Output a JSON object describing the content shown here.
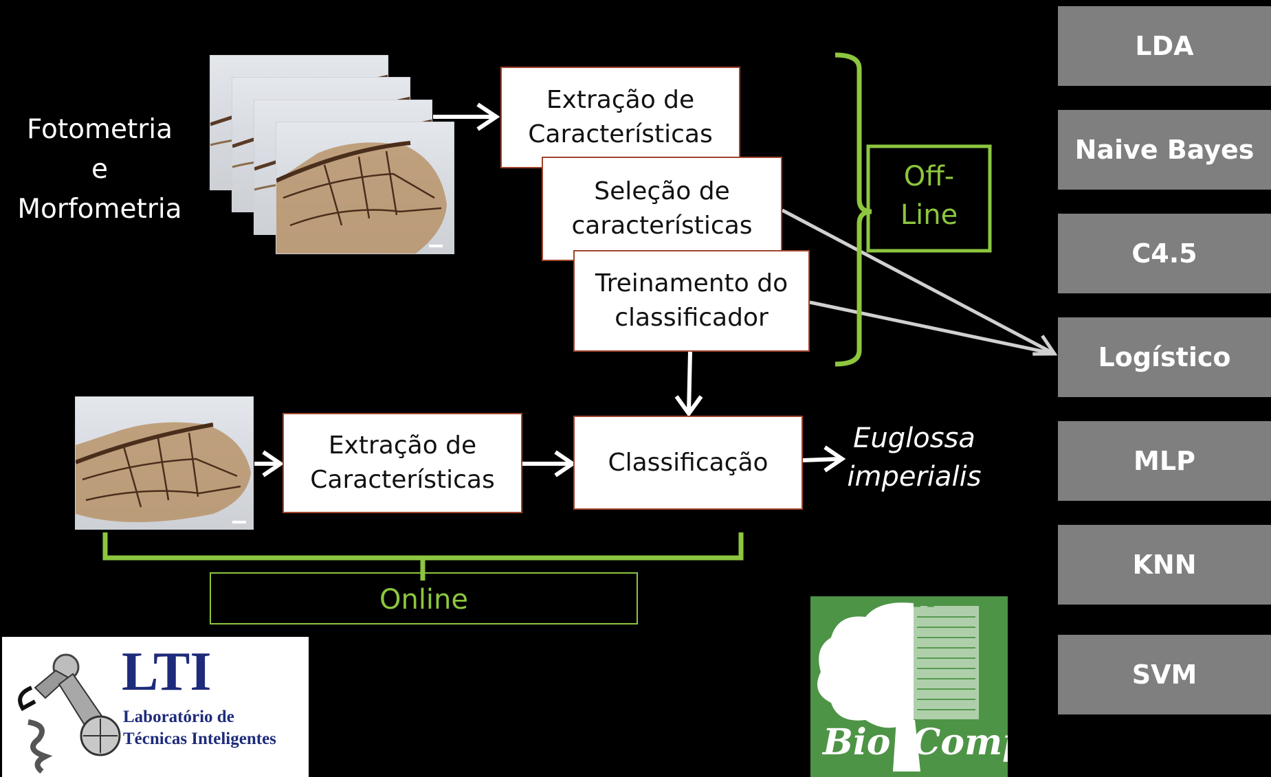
{
  "input_label": {
    "line1": "Fotometria",
    "line2": "e",
    "line3": "Morfometria"
  },
  "offline_steps": {
    "extraction": {
      "line1": "Extração de",
      "line2": "Características"
    },
    "selection": {
      "line1": "Seleção de",
      "line2": "características"
    },
    "training": {
      "line1": "Treinamento do",
      "line2": "classificador"
    }
  },
  "offline_label": {
    "line1": "Off-",
    "line2": "Line"
  },
  "online_steps": {
    "extraction": {
      "line1": "Extração de",
      "line2": "Características"
    },
    "classification": "Classificação"
  },
  "online_label": "Online",
  "result": {
    "line1": "Euglossa",
    "line2": "imperialis"
  },
  "classifiers": [
    "LDA",
    "Naive Bayes",
    "C4.5",
    "Logístico",
    "MLP",
    "KNN",
    "SVM"
  ],
  "logos": {
    "lti": {
      "title": "LTI",
      "line1": "Laboratório de",
      "line2": "Técnicas Inteligentes"
    },
    "biocomp": {
      "left": "Bio",
      "right": "Comp"
    }
  },
  "colors": {
    "background": "#000000",
    "accent_green": "#8dc63f",
    "box_border": "#a0442b",
    "classifier_gray": "#7f7f7f",
    "arrow_gray": "#d0d0d0",
    "biocomp_green": "#4e9446"
  }
}
